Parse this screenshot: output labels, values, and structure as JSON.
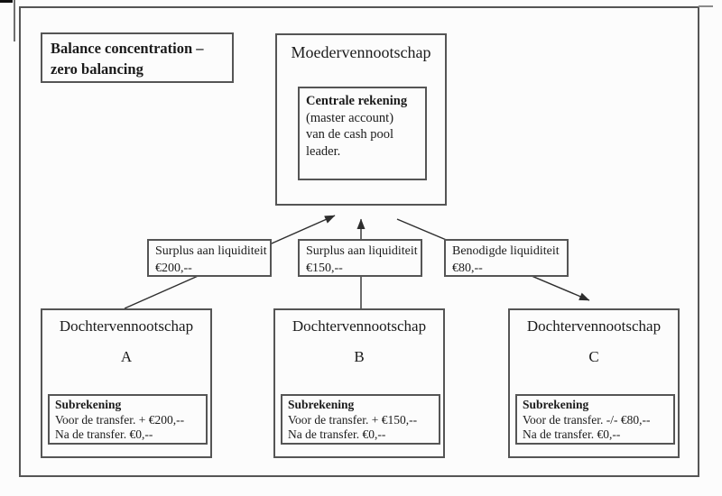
{
  "diagram": {
    "title_line1": "Balance concentration –",
    "title_line2": "zero balancing"
  },
  "master": {
    "name": "Moedervennootschap",
    "account": {
      "heading": "Centrale rekening",
      "lines": [
        "(master account)",
        "van de cash pool",
        "leader."
      ]
    }
  },
  "flows": [
    {
      "label": "Surplus aan liquiditeit",
      "amount": "€200,--",
      "direction": "subsidiary-A-to-master"
    },
    {
      "label": "Surplus aan liquiditeit",
      "amount": "€150,--",
      "direction": "subsidiary-B-to-master"
    },
    {
      "label": "Benodigde liquiditeit",
      "amount": "€80,--",
      "direction": "master-to-subsidiary-C"
    }
  ],
  "subsidiaries": [
    {
      "name": "Dochtervennootschap",
      "letter": "A",
      "account": {
        "heading": "Subrekening",
        "before_transfer": "Voor de transfer. + €200,--",
        "after_transfer": "Na de transfer. €0,--"
      }
    },
    {
      "name": "Dochtervennootschap",
      "letter": "B",
      "account": {
        "heading": "Subrekening",
        "before_transfer": "Voor de transfer. + €150,--",
        "after_transfer": "Na de transfer. €0,--"
      }
    },
    {
      "name": "Dochtervennootschap",
      "letter": "C",
      "account": {
        "heading": "Subrekening",
        "before_transfer": "Voor de transfer. -/- €80,--",
        "after_transfer": "Na de transfer. €0,--"
      }
    }
  ],
  "colors": {
    "box_border": "#555555",
    "arrow": "#2e2e2e",
    "text": "#1b1b1b",
    "paper": "#fcfcfc"
  }
}
